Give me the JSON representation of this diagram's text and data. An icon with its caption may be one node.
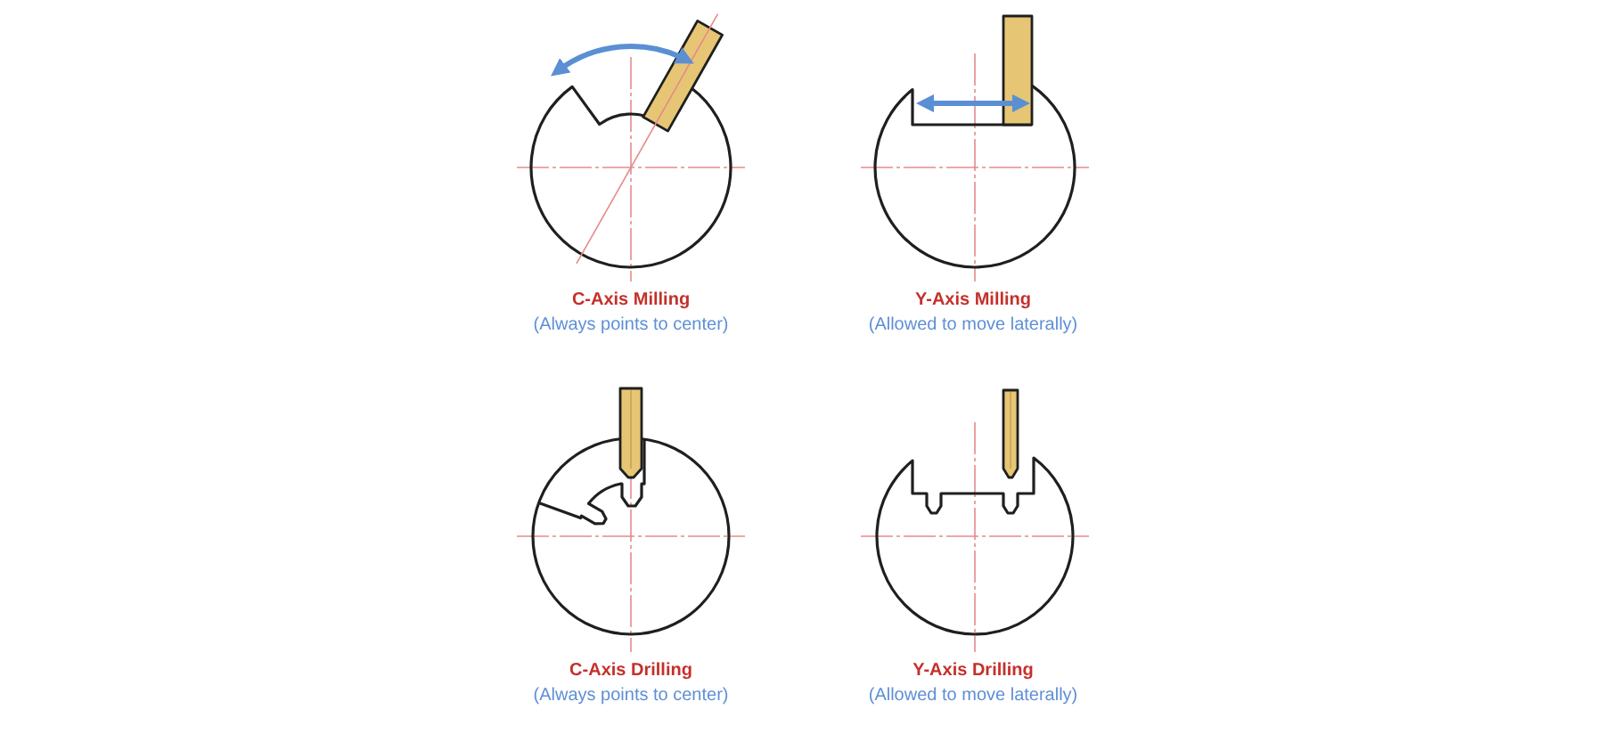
{
  "diagram": {
    "labels": [
      "C-Axis Milling",
      "(Always points to center)",
      "Y-Axis Milling",
      "(Allowed to move laterally)",
      "C-Axis Drilling",
      "(Always points to center)",
      "Y-Axis Drilling",
      "(Allowed to move laterally)"
    ]
  }
}
